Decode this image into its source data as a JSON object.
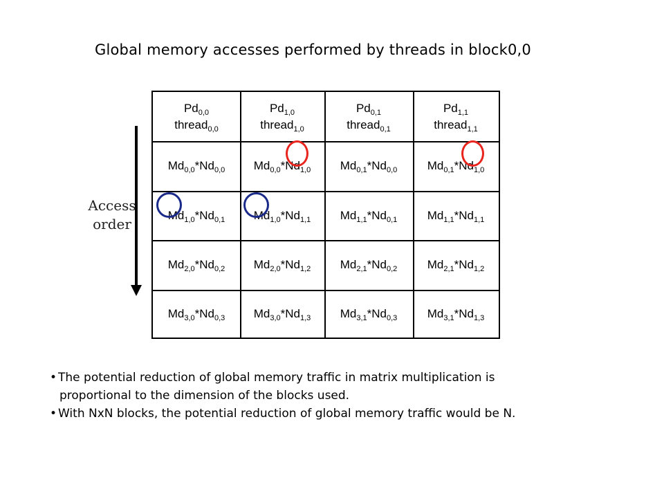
{
  "title": "Global memory accesses performed by threads in block0,0",
  "access_order": [
    "Access",
    "order"
  ],
  "header": [
    {
      "pd": "Pd",
      "pd_sub": "0,0",
      "thread": "thread",
      "thread_sub": "0,0"
    },
    {
      "pd": "Pd",
      "pd_sub": "1,0",
      "thread": "thread",
      "thread_sub": "1,0"
    },
    {
      "pd": "Pd",
      "pd_sub": "0,1",
      "thread": "thread",
      "thread_sub": "0,1"
    },
    {
      "pd": "Pd",
      "pd_sub": "1,1",
      "thread": "thread",
      "thread_sub": "1,1"
    }
  ],
  "rows": [
    [
      {
        "m": "Md",
        "ms": "0,0",
        "op": " * ",
        "n": "Nd",
        "ns": "0,0"
      },
      {
        "m": "Md",
        "ms": "0,0",
        "op": " * ",
        "n": "Nd",
        "ns": "1,0"
      },
      {
        "m": "Md",
        "ms": "0,1",
        "op": " * ",
        "n": "Nd",
        "ns": "0,0"
      },
      {
        "m": "Md",
        "ms": "0,1",
        "op": " * ",
        "n": "Nd",
        "ns": "1,0"
      }
    ],
    [
      {
        "m": "Md",
        "ms": "1,0",
        "op": " * ",
        "n": "Nd",
        "ns": "0,1"
      },
      {
        "m": "Md",
        "ms": "1,0",
        "op": " * ",
        "n": "Nd",
        "ns": "1,1"
      },
      {
        "m": "Md",
        "ms": "1,1",
        "op": " * ",
        "n": "Nd",
        "ns": "0,1"
      },
      {
        "m": "Md",
        "ms": "1,1",
        "op": " * ",
        "n": "Nd",
        "ns": "1,1"
      }
    ],
    [
      {
        "m": "Md",
        "ms": "2,0",
        "op": " * ",
        "n": "Nd",
        "ns": "0,2"
      },
      {
        "m": "Md",
        "ms": "2,0",
        "op": " * ",
        "n": "Nd",
        "ns": "1,2"
      },
      {
        "m": "Md",
        "ms": "2,1",
        "op": " * ",
        "n": "Nd",
        "ns": "0,2"
      },
      {
        "m": "Md",
        "ms": "2,1",
        "op": " * ",
        "n": "Nd",
        "ns": "1,2"
      }
    ],
    [
      {
        "m": "Md",
        "ms": "3,0",
        "op": " * ",
        "n": "Nd",
        "ns": "0,3"
      },
      {
        "m": "Md",
        "ms": "3,0",
        "op": " * ",
        "n": "Nd",
        "ns": "1,3"
      },
      {
        "m": "Md",
        "ms": "3,1",
        "op": " * ",
        "n": "Nd",
        "ns": "0,3"
      },
      {
        "m": "Md",
        "ms": "3,1",
        "op": " * ",
        "n": "Nd",
        "ns": "1,3"
      }
    ]
  ],
  "bullets": [
    {
      "dot": "•",
      "lines": [
        "The potential reduction of global memory traffic in matrix multiplication is",
        "proportional to the dimension of the blocks used."
      ]
    },
    {
      "dot": "•",
      "lines": [
        "With NxN blocks, the potential reduction of global memory traffic would be N."
      ]
    }
  ],
  "colors": {
    "red_circle": "#e8241c",
    "blue_circle": "#1a2a8a"
  }
}
